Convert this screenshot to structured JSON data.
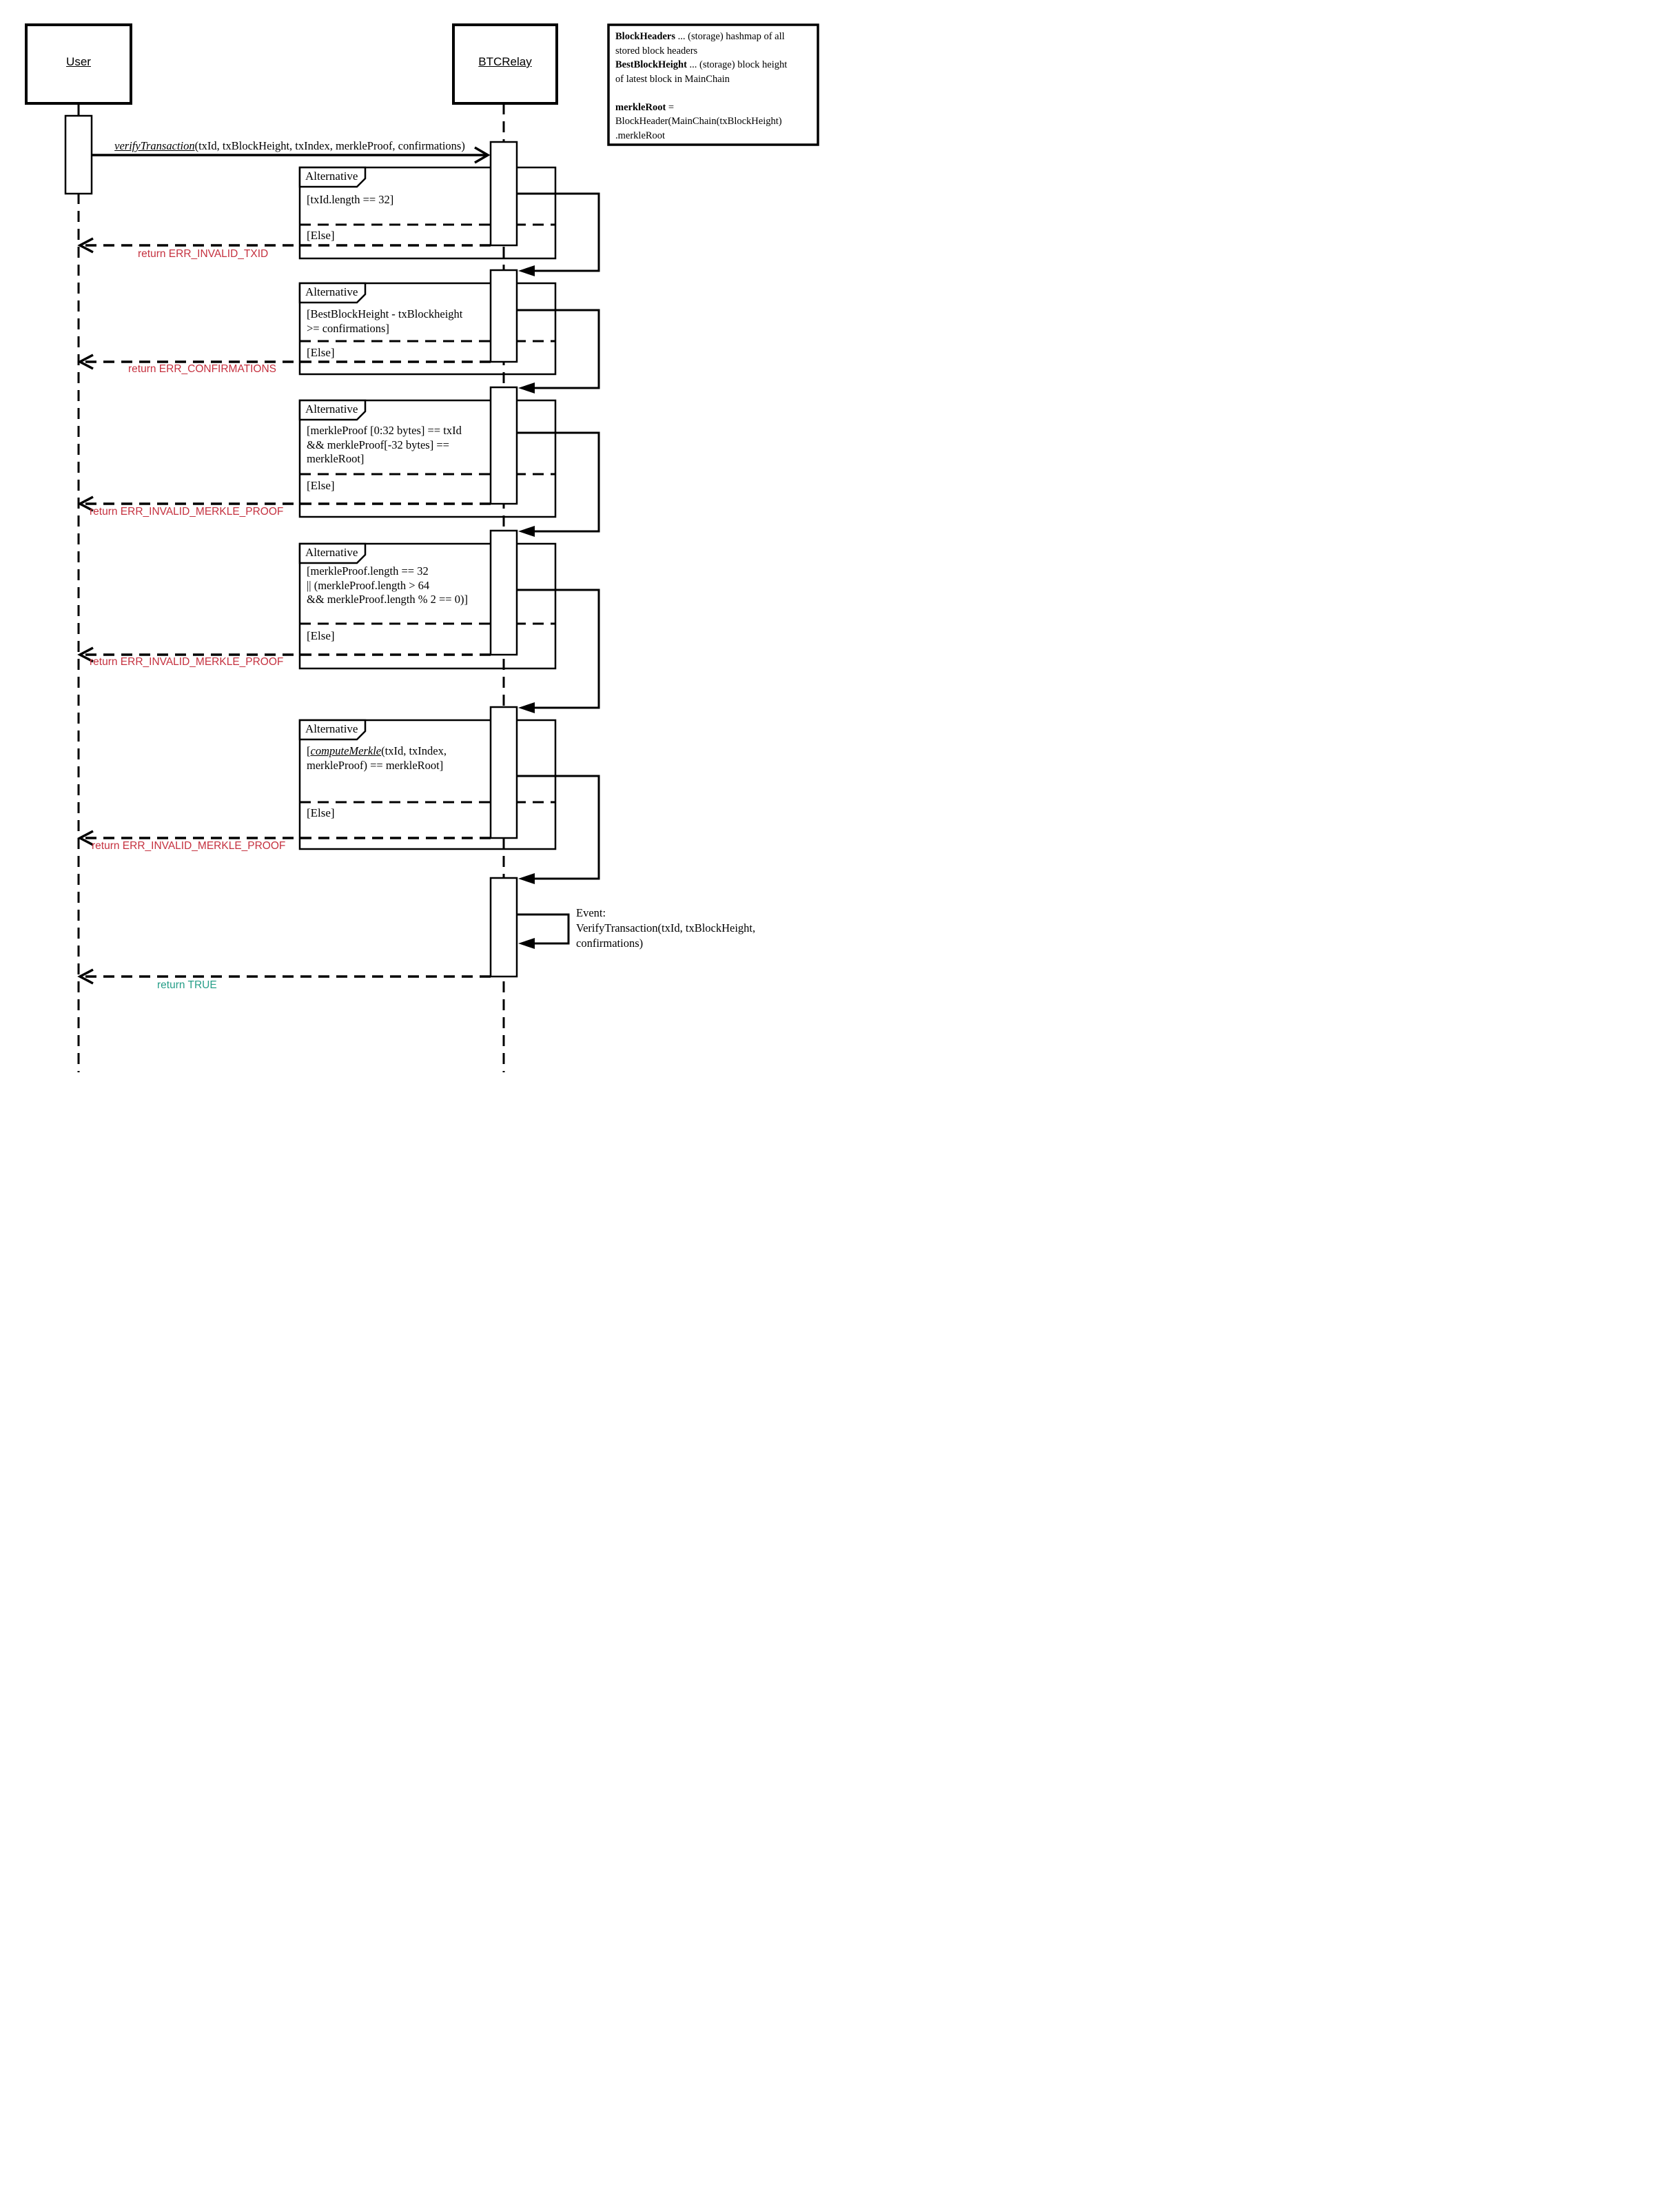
{
  "diagram": {
    "actors": {
      "user": "User",
      "btcrelay": "BTCRelay"
    },
    "note": {
      "lines": [
        {
          "bold": "BlockHeaders",
          "rest": " ... (storage) hashmap of all"
        },
        {
          "bold": "",
          "rest": "stored block headers"
        },
        {
          "bold": "BestBlockHeight",
          "rest": " ... (storage) block height"
        },
        {
          "bold": "",
          "rest": "of latest block in MainChain"
        },
        {
          "bold": "",
          "rest": ""
        },
        {
          "bold": "merkleRoot",
          "rest": " ="
        },
        {
          "bold": "",
          "rest": "BlockHeader(MainChain(txBlockHeight)"
        },
        {
          "bold": "",
          "rest": ".merkleRoot"
        }
      ]
    },
    "message": {
      "fn": "verifyTransaction",
      "args": "(txId, txBlockHeight, txIndex, merkleProof, confirmations)"
    },
    "frames": [
      {
        "label": "Alternative",
        "cond": [
          "[txId.length == 32]"
        ],
        "else_label": "[Else]",
        "return_text": "return ERR_INVALID_TXID"
      },
      {
        "label": "Alternative",
        "cond": [
          "[BestBlockHeight - txBlockheight",
          ">= confirmations]"
        ],
        "else_label": "[Else]",
        "return_text": "return ERR_CONFIRMATIONS"
      },
      {
        "label": "Alternative",
        "cond": [
          "[merkleProof [0:32 bytes] == txId",
          "&& merkleProof[-32 bytes] ==",
          "merkleRoot]"
        ],
        "else_label": "[Else]",
        "return_text": "return ERR_INVALID_MERKLE_PROOF"
      },
      {
        "label": "Alternative",
        "cond": [
          "[merkleProof.length == 32",
          "|| (merkleProof.length > 64",
          "&& merkleProof.length % 2 == 0)]"
        ],
        "else_label": "[Else]",
        "return_text": "return ERR_INVALID_MERKLE_PROOF"
      },
      {
        "label": "Alternative",
        "cond_fn_pre": "[",
        "cond_fn": "computeMerkle",
        "cond_fn_rest": "(txId, txIndex,",
        "cond_line2": "merkleProof) == merkleRoot]",
        "else_label": "[Else]",
        "return_text": "return ERR_INVALID_MERKLE_PROOF"
      }
    ],
    "event": {
      "line1": "Event:",
      "line2": "VerifyTransaction(txId, txBlockHeight,",
      "line3": " confirmations)"
    },
    "final_return": "return TRUE",
    "colors": {
      "error_text": "#c5313f",
      "success_text": "#269e88",
      "line": "#000000"
    }
  }
}
